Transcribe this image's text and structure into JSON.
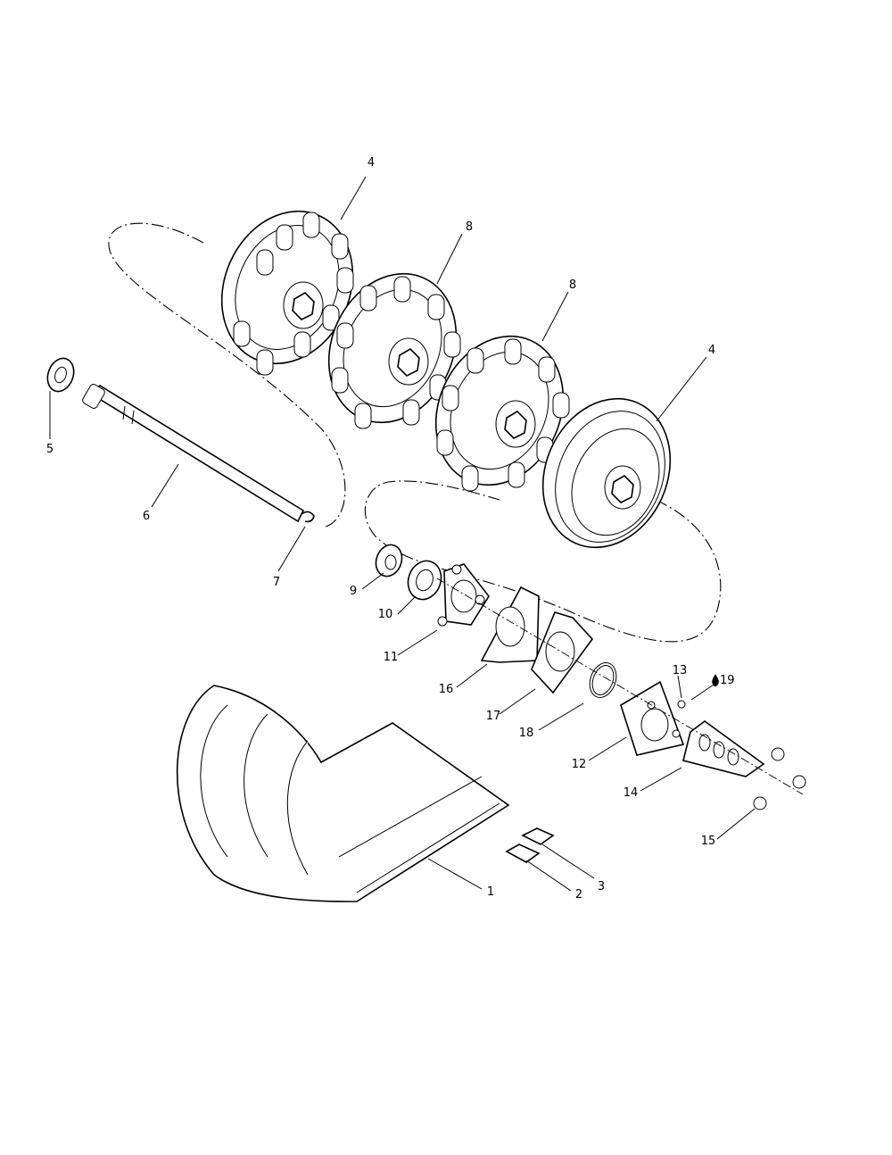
{
  "callouts": [
    {
      "id": "c1",
      "label": "1"
    },
    {
      "id": "c2",
      "label": "2"
    },
    {
      "id": "c3",
      "label": "3"
    },
    {
      "id": "c4a",
      "label": "4"
    },
    {
      "id": "c4b",
      "label": "4"
    },
    {
      "id": "c5",
      "label": "5"
    },
    {
      "id": "c6",
      "label": "6"
    },
    {
      "id": "c7",
      "label": "7"
    },
    {
      "id": "c8a",
      "label": "8"
    },
    {
      "id": "c8b",
      "label": "8"
    },
    {
      "id": "c9",
      "label": "9"
    },
    {
      "id": "c10",
      "label": "10"
    },
    {
      "id": "c11",
      "label": "11"
    },
    {
      "id": "c12",
      "label": "12"
    },
    {
      "id": "c13",
      "label": "13"
    },
    {
      "id": "c14",
      "label": "14"
    },
    {
      "id": "c15",
      "label": "15"
    },
    {
      "id": "c16",
      "label": "16"
    },
    {
      "id": "c17",
      "label": "17"
    },
    {
      "id": "c18",
      "label": "18"
    },
    {
      "id": "c19",
      "label": "19"
    }
  ]
}
